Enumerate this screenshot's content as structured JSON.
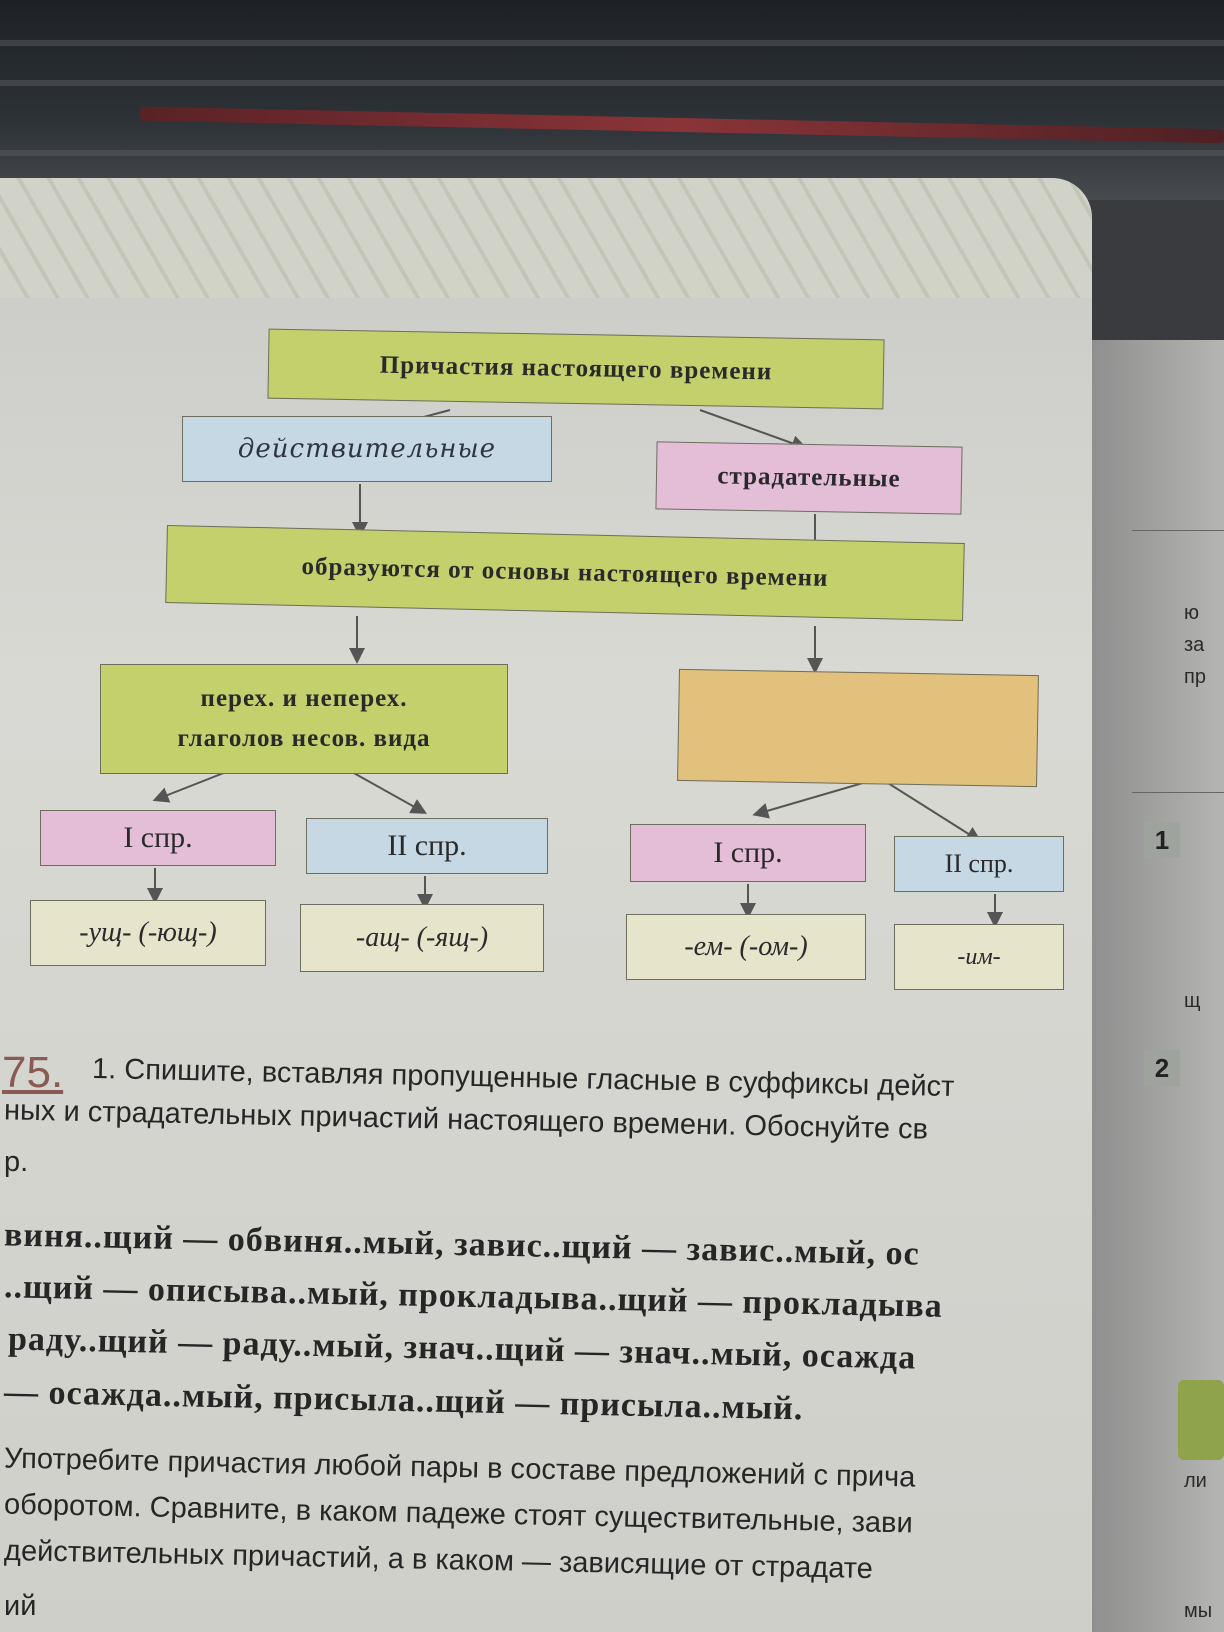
{
  "diagram": {
    "title": "Причастия настоящего времени",
    "active": "действительные",
    "passive": "страдательные",
    "formation": "образуются от основы настоящего времени",
    "active_verbs": [
      "перех. и неперех.",
      "глаголов несов. вида"
    ],
    "passive_verbs": "",
    "conj": [
      {
        "label": "I спр.",
        "suffix": "-ущ- (-ющ-)"
      },
      {
        "label": "II спр.",
        "suffix": "-ащ- (-ящ-)"
      },
      {
        "label": "I спр.",
        "suffix": "-ем- (-ом-)"
      },
      {
        "label": "II спр.",
        "suffix": "-им-"
      }
    ]
  },
  "exercise": {
    "number": "75.",
    "task_lines": [
      "1. Спишите, вставляя пропущенные гласные в суффиксы дейст",
      "ных и страдательных причастий настоящего времени. Обоснуйте св",
      "р."
    ],
    "word_lines": [
      "виня..щий — обвиня..мый, завис..щий — завис..мый, ос",
      "..щий — описыва..мый, прокладыва..щий — прокладыва",
      "раду..щий — раду..мый, знач..щий — знач..мый, осажда",
      "— осажда..мый, присыла..щий — присыла..мый."
    ],
    "task2_lines": [
      "Употребите причастия любой пары в составе предложений с прича",
      "оборотом. Сравните, в каком падеже стоят существительные, зави",
      "действительных причастий, а в каком — зависящие от страдате",
      "ий"
    ]
  },
  "right_page": {
    "fragments": [
      "ю",
      "за",
      "пр",
      "щ",
      "ли",
      "мы"
    ],
    "numbers": [
      "1",
      "2"
    ]
  }
}
